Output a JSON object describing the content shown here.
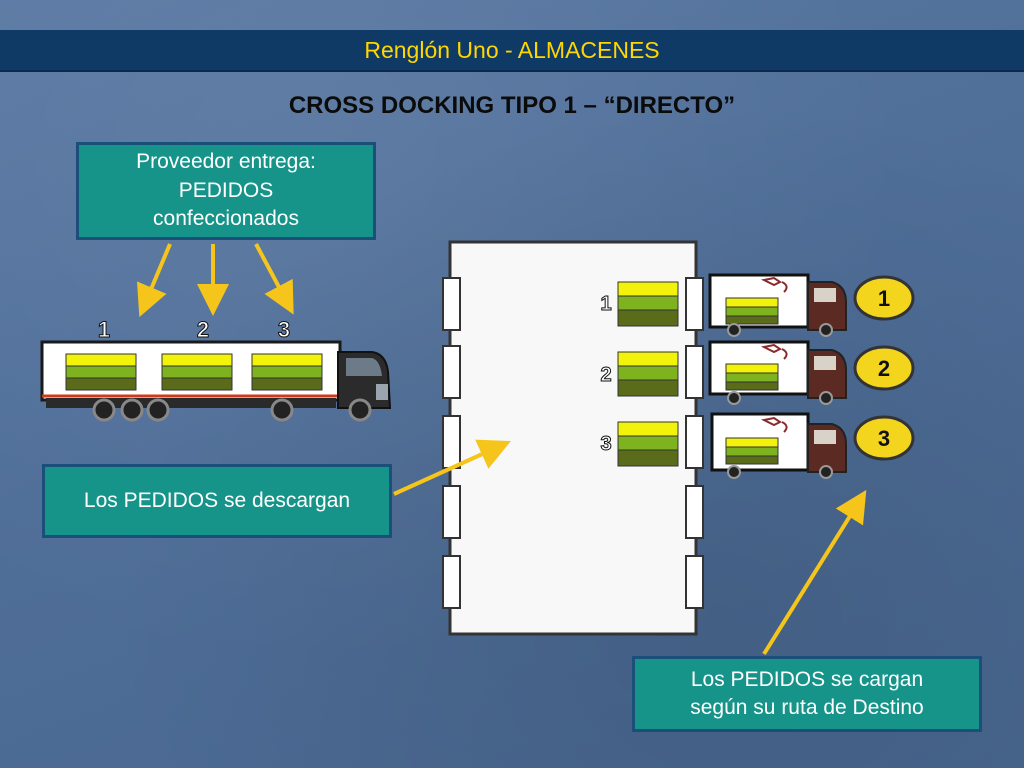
{
  "header": {
    "title": "Renglón Uno - ALMACENES"
  },
  "slide": {
    "title": "CROSS DOCKING TIPO 1 – “DIRECTO”"
  },
  "callouts": {
    "supplier": {
      "line1": "Proveedor entrega:",
      "line2": "PEDIDOS",
      "line3": "confeccionados"
    },
    "unload": {
      "text": "Los PEDIDOS se descargan"
    },
    "load": {
      "line1": "Los PEDIDOS se cargan",
      "line2": "según su ruta de Destino"
    }
  },
  "trailer_compartments": [
    "1",
    "2",
    "3"
  ],
  "dock_numbers": [
    "1",
    "2",
    "3"
  ],
  "route_badges": [
    "1",
    "2",
    "3"
  ],
  "colors": {
    "header_bg": "#0f3a66",
    "header_text": "#ffd700",
    "callout_bg": "#17948a",
    "arrow": "#f5c51c",
    "cargo_yellow": "#f2f20a",
    "cargo_green": "#7fb21f",
    "cargo_dark": "#5a6b1a",
    "cab_red": "#5b2a22"
  }
}
